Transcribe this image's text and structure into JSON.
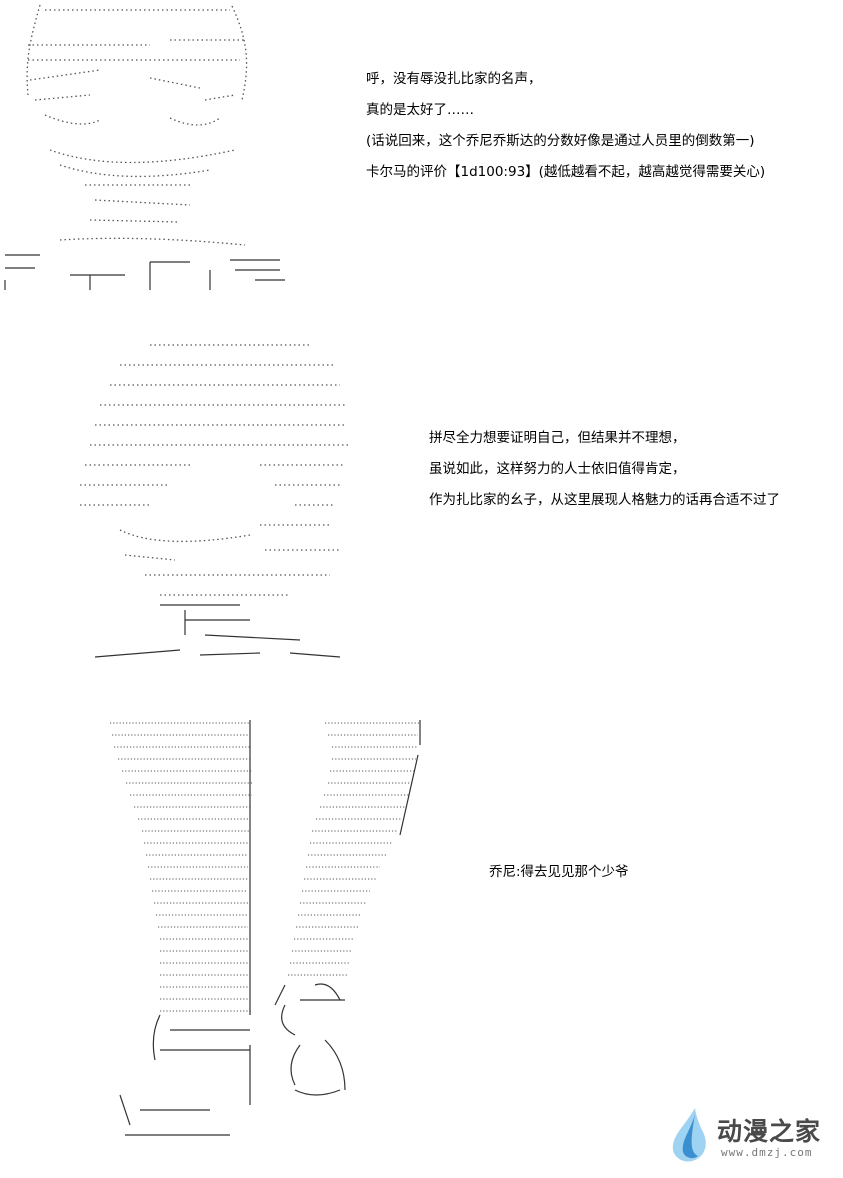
{
  "panels": [
    {
      "lines": [
        "呼，没有辱没扎比家的名声，",
        "真的是太好了……",
        "(话说回来，这个乔尼乔斯达的分数好像是通过人员里的倒数第一)",
        "卡尔马的评价【1d100:93】(越低越看不起，越高越觉得需要关心)"
      ]
    },
    {
      "lines": [
        "拼尽全力想要证明自己，但结果并不理想，",
        "虽说如此，这样努力的人士依旧值得肯定，",
        "作为扎比家的幺子，从这里展现人格魅力的话再合适不过了"
      ]
    },
    {
      "lines": [
        "乔尼:得去见见那个少爷"
      ]
    }
  ],
  "watermark": {
    "name": "动漫之家",
    "url": "www.dmzj.com",
    "colors": {
      "drop_light": "#9fd3f2",
      "drop_dark": "#3a8fd0"
    }
  }
}
